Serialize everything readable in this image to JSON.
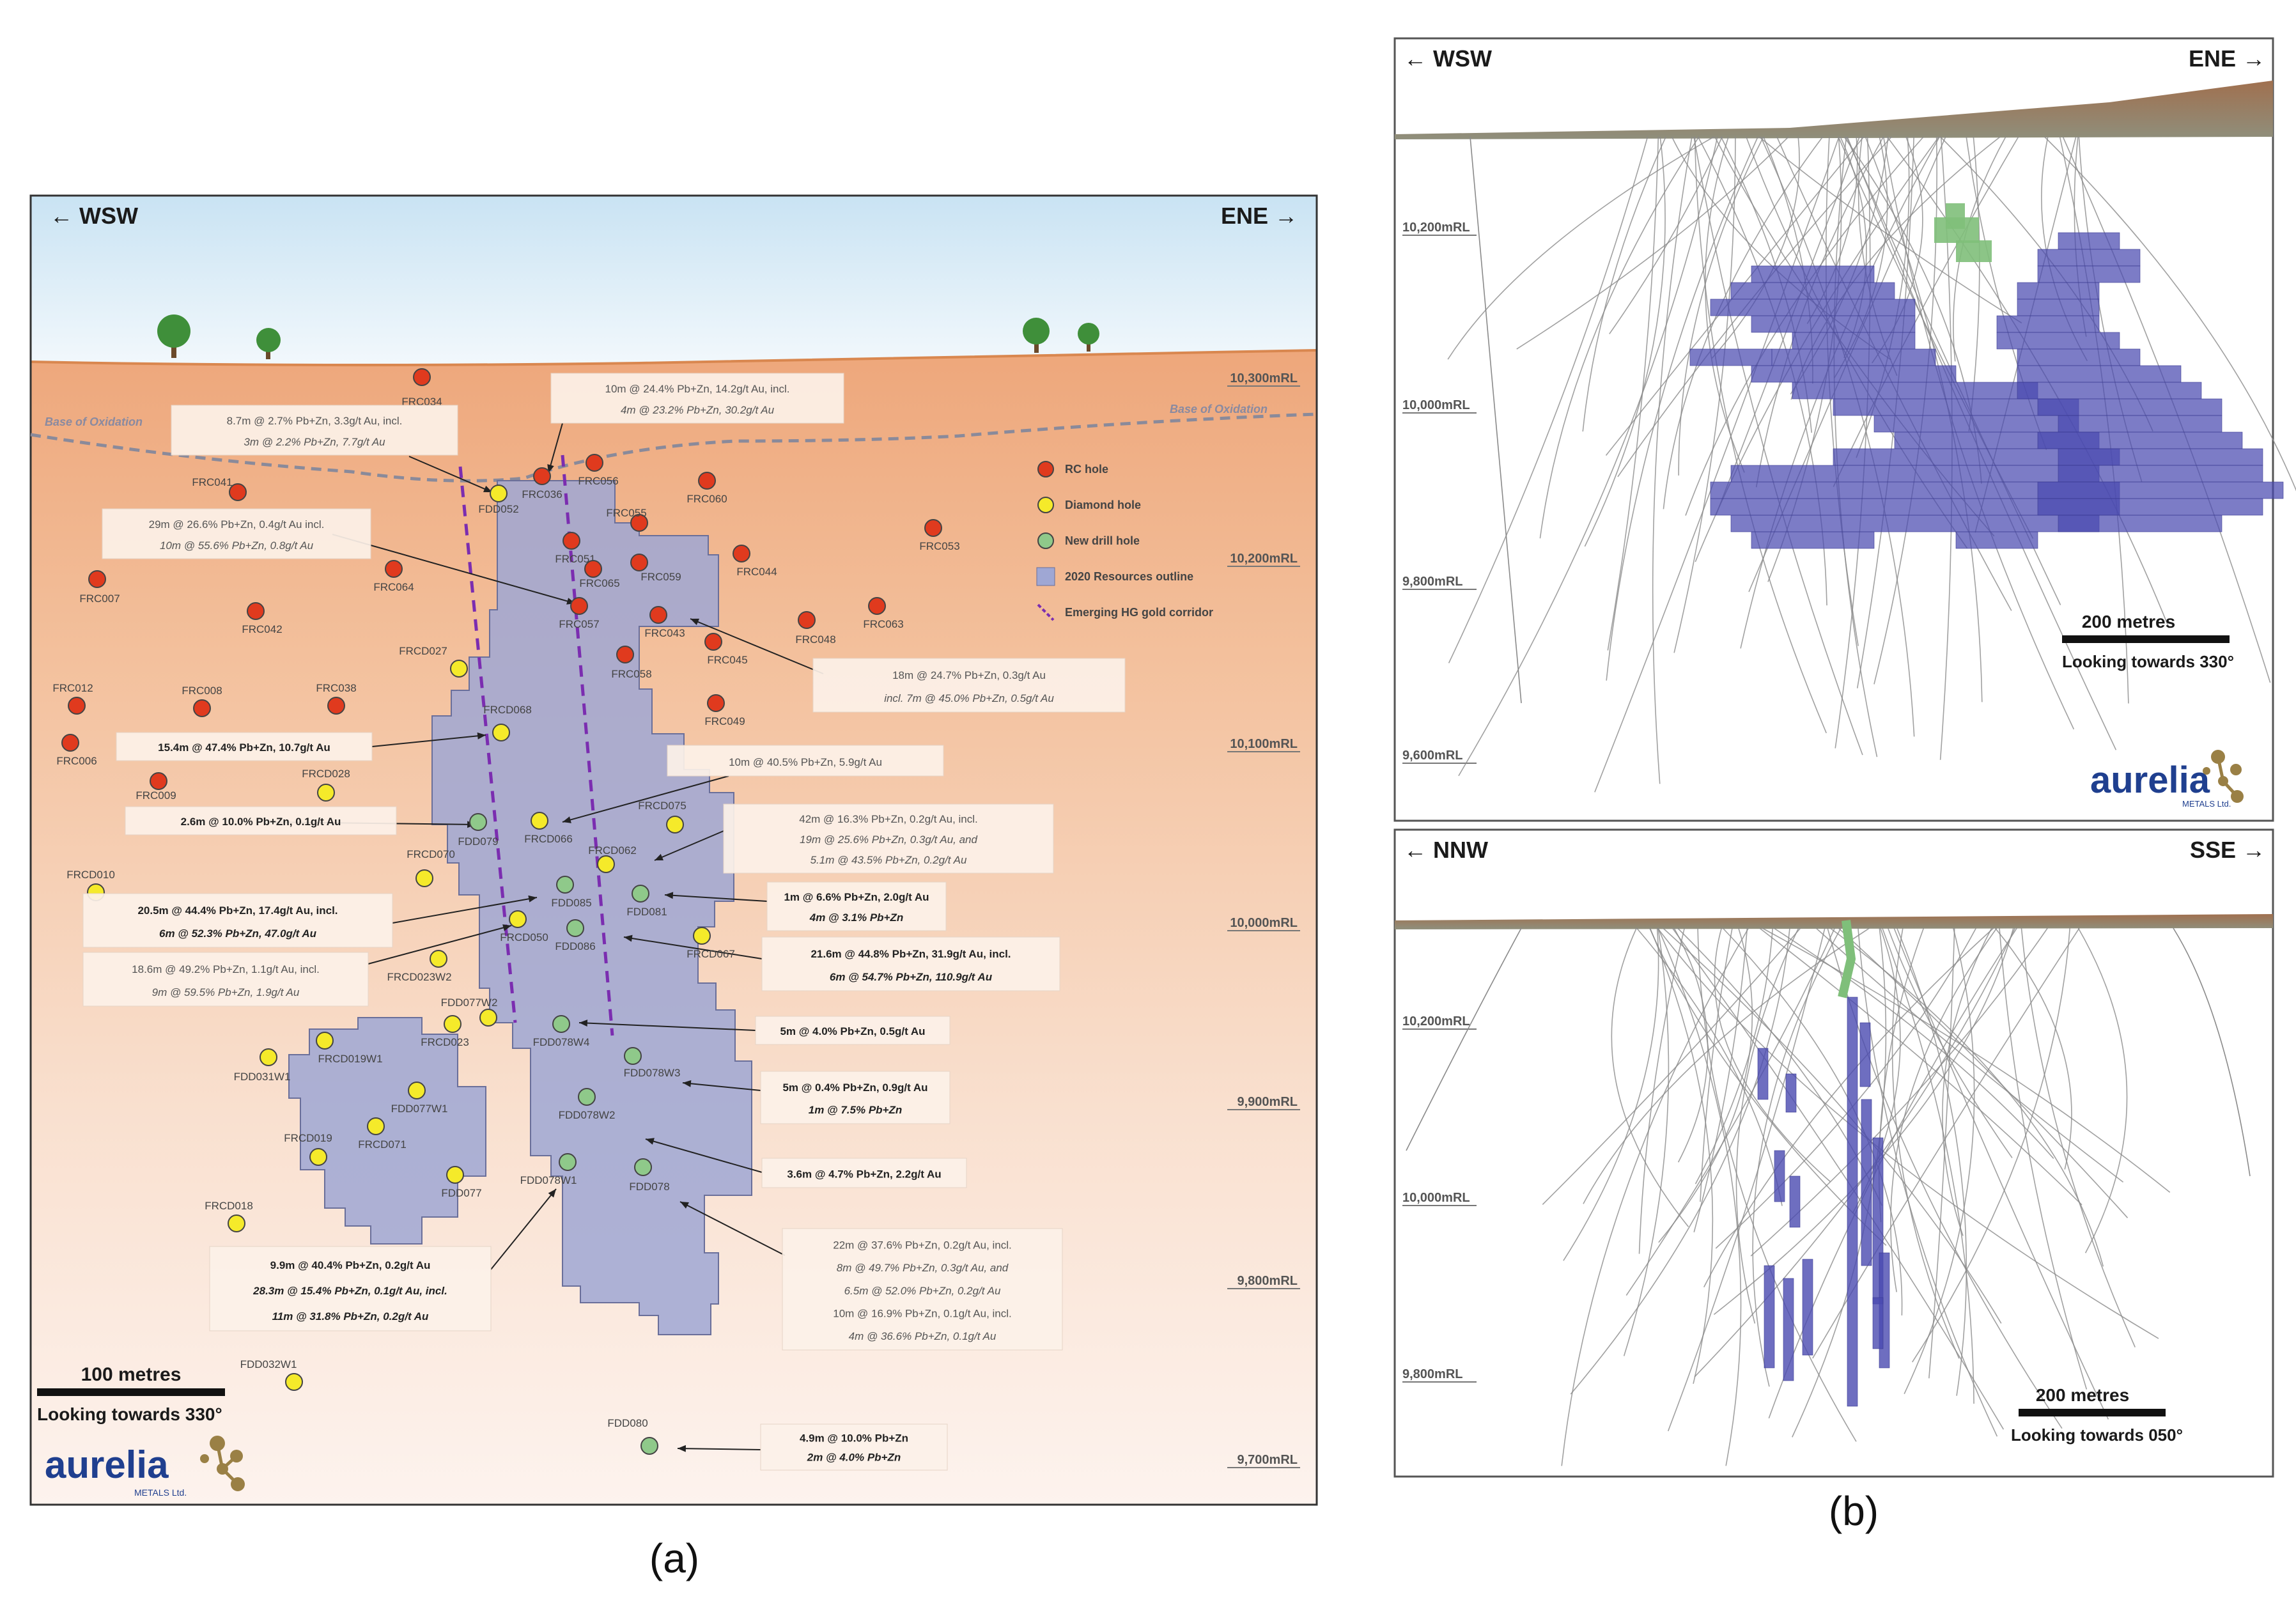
{
  "panel_a": {
    "dir_left": "← WSW",
    "dir_right": "ENE →",
    "oxidation_left": "Base of Oxidation",
    "oxidation_right": "Base of Oxidation",
    "rl_labels": [
      "10,300mRL",
      "10,200mRL",
      "10,100mRL",
      "10,000mRL",
      "9,900mRL",
      "9,800mRL",
      "9,700mRL"
    ],
    "legend": [
      {
        "label": "RC hole",
        "kind": "rc"
      },
      {
        "label": "Diamond hole",
        "kind": "dia"
      },
      {
        "label": "New drill hole",
        "kind": "new"
      },
      {
        "label": "2020 Resources outline",
        "kind": "res"
      },
      {
        "label": "Emerging HG gold corridor",
        "kind": "corr"
      }
    ],
    "holes": [
      {
        "name": "FRC034",
        "kind": "rc"
      },
      {
        "name": "FRC041",
        "kind": "rc"
      },
      {
        "name": "FRC036",
        "kind": "rc"
      },
      {
        "name": "FRC056",
        "kind": "rc"
      },
      {
        "name": "FRC060",
        "kind": "rc"
      },
      {
        "name": "FRC055",
        "kind": "rc"
      },
      {
        "name": "FRC053",
        "kind": "rc"
      },
      {
        "name": "FRC007",
        "kind": "rc"
      },
      {
        "name": "FRC064",
        "kind": "rc"
      },
      {
        "name": "FRC051",
        "kind": "rc"
      },
      {
        "name": "FRC065",
        "kind": "rc"
      },
      {
        "name": "FRC059",
        "kind": "rc"
      },
      {
        "name": "FRC044",
        "kind": "rc"
      },
      {
        "name": "FRC042",
        "kind": "rc"
      },
      {
        "name": "FRC057",
        "kind": "rc"
      },
      {
        "name": "FRC043",
        "kind": "rc"
      },
      {
        "name": "FRC048",
        "kind": "rc"
      },
      {
        "name": "FRC063",
        "kind": "rc"
      },
      {
        "name": "FRC045",
        "kind": "rc"
      },
      {
        "name": "FRC058",
        "kind": "rc"
      },
      {
        "name": "FRC012",
        "kind": "rc"
      },
      {
        "name": "FRC008",
        "kind": "rc"
      },
      {
        "name": "FRC038",
        "kind": "rc"
      },
      {
        "name": "FRC049",
        "kind": "rc"
      },
      {
        "name": "FRC006",
        "kind": "rc"
      },
      {
        "name": "FRC009",
        "kind": "rc"
      },
      {
        "name": "FDD052",
        "kind": "dia"
      },
      {
        "name": "FRCD027",
        "kind": "dia"
      },
      {
        "name": "FRCD068",
        "kind": "dia"
      },
      {
        "name": "FRCD028",
        "kind": "dia"
      },
      {
        "name": "FRCD075",
        "kind": "dia"
      },
      {
        "name": "FRCD066",
        "kind": "dia"
      },
      {
        "name": "FRCD062",
        "kind": "dia"
      },
      {
        "name": "FRCD070",
        "kind": "dia"
      },
      {
        "name": "FRCD010",
        "kind": "dia"
      },
      {
        "name": "FRCD050",
        "kind": "dia"
      },
      {
        "name": "FRCD067",
        "kind": "dia"
      },
      {
        "name": "FRCD023W2",
        "kind": "dia"
      },
      {
        "name": "FDD077W2",
        "kind": "dia"
      },
      {
        "name": "FRCD023",
        "kind": "dia"
      },
      {
        "name": "FRCD019W1",
        "kind": "dia"
      },
      {
        "name": "FDD031W1",
        "kind": "dia"
      },
      {
        "name": "FDD077W1",
        "kind": "dia"
      },
      {
        "name": "FRCD019",
        "kind": "dia"
      },
      {
        "name": "FRCD071",
        "kind": "dia"
      },
      {
        "name": "FDD077",
        "kind": "dia"
      },
      {
        "name": "FRCD018",
        "kind": "dia"
      },
      {
        "name": "FDD032W1",
        "kind": "dia"
      },
      {
        "name": "FDD079",
        "kind": "new"
      },
      {
        "name": "FDD085",
        "kind": "new"
      },
      {
        "name": "FDD081",
        "kind": "new"
      },
      {
        "name": "FDD086",
        "kind": "new"
      },
      {
        "name": "FDD078W4",
        "kind": "new"
      },
      {
        "name": "FDD078W3",
        "kind": "new"
      },
      {
        "name": "FDD078W2",
        "kind": "new"
      },
      {
        "name": "FDD078W1",
        "kind": "new"
      },
      {
        "name": "FDD078",
        "kind": "new"
      },
      {
        "name": "FDD080",
        "kind": "new"
      }
    ],
    "callouts": [
      {
        "lines": [
          "8.7m @ 2.7% Pb+Zn, 3.3g/t Au, incl.",
          "3m @ 2.2% Pb+Zn, 7.7g/t Au"
        ]
      },
      {
        "lines": [
          "10m @ 24.4% Pb+Zn, 14.2g/t Au, incl.",
          "4m @ 23.2% Pb+Zn, 30.2g/t Au"
        ]
      },
      {
        "lines": [
          "29m @ 26.6% Pb+Zn, 0.4g/t Au incl.",
          "10m @ 55.6% Pb+Zn, 0.8g/t Au"
        ]
      },
      {
        "lines": [
          "18m @ 24.7% Pb+Zn, 0.3g/t Au",
          "incl. 7m @ 45.0% Pb+Zn, 0.5g/t Au"
        ]
      },
      {
        "lines": [
          "15.4m @ 47.4% Pb+Zn, 10.7g/t Au"
        ]
      },
      {
        "lines": [
          "10m @ 40.5% Pb+Zn, 5.9g/t Au"
        ]
      },
      {
        "lines": [
          "2.6m @ 10.0% Pb+Zn, 0.1g/t Au"
        ]
      },
      {
        "lines": [
          "42m @ 16.3% Pb+Zn, 0.2g/t Au, incl.",
          "19m @ 25.6% Pb+Zn, 0.3g/t Au, and",
          "5.1m @ 43.5% Pb+Zn, 0.2g/t Au"
        ]
      },
      {
        "lines": [
          "20.5m @ 44.4% Pb+Zn, 17.4g/t Au, incl.",
          "6m @ 52.3% Pb+Zn, 47.0g/t Au"
        ]
      },
      {
        "lines": [
          "1m @ 6.6% Pb+Zn, 2.0g/t Au",
          "4m @ 3.1% Pb+Zn"
        ]
      },
      {
        "lines": [
          "18.6m @ 49.2% Pb+Zn, 1.1g/t Au, incl.",
          "9m @ 59.5% Pb+Zn, 1.9g/t Au"
        ]
      },
      {
        "lines": [
          "21.6m @ 44.8% Pb+Zn, 31.9g/t Au, incl.",
          "6m @ 54.7% Pb+Zn, 110.9g/t Au"
        ]
      },
      {
        "lines": [
          "5m @ 4.0% Pb+Zn, 0.5g/t Au"
        ]
      },
      {
        "lines": [
          "5m @ 0.4% Pb+Zn, 0.9g/t Au",
          "1m @ 7.5% Pb+Zn"
        ]
      },
      {
        "lines": [
          "3.6m @ 4.7% Pb+Zn, 2.2g/t Au"
        ]
      },
      {
        "lines": [
          "9.9m @ 40.4% Pb+Zn, 0.2g/t Au",
          "28.3m @ 15.4% Pb+Zn, 0.1g/t Au, incl.",
          "11m @ 31.8% Pb+Zn, 0.2g/t Au"
        ]
      },
      {
        "lines": [
          "22m @ 37.6% Pb+Zn, 0.2g/t Au, incl.",
          "8m @ 49.7% Pb+Zn, 0.3g/t Au, and",
          "6.5m @ 52.0% Pb+Zn, 0.2g/t Au",
          "10m @ 16.9% Pb+Zn, 0.1g/t Au, incl.",
          "4m @ 36.6% Pb+Zn, 0.1g/t Au"
        ]
      },
      {
        "lines": [
          "4.9m @ 10.0% Pb+Zn",
          "2m @ 4.0% Pb+Zn"
        ]
      }
    ],
    "scale_label": "100 metres",
    "looking": "Looking towards 330°",
    "logo_text": "aurelia",
    "logo_sub": "METALS Ltd.",
    "caption": "(a)"
  },
  "panel_b_top": {
    "dir_left": "← WSW",
    "dir_right": "ENE →",
    "rl_labels": [
      "10,200mRL",
      "10,000mRL",
      "9,800mRL",
      "9,600mRL"
    ],
    "scale_label": "200 metres",
    "looking": "Looking towards 330°",
    "logo_text": "aurelia",
    "logo_sub": "METALS Ltd."
  },
  "panel_b_bottom": {
    "dir_left": "← NNW",
    "dir_right": "SSE →",
    "rl_labels": [
      "10,200mRL",
      "10,000mRL",
      "9,800mRL"
    ],
    "scale_label": "200 metres",
    "looking": "Looking towards 050°"
  },
  "caption_b": "(b)",
  "colors": {
    "rc": "#e03a1e",
    "dia": "#f5ea2a",
    "new": "#8fc98a",
    "resource": "#9fa7d4",
    "block": "#4a4ab0",
    "green_block": "#7fbf7a"
  }
}
